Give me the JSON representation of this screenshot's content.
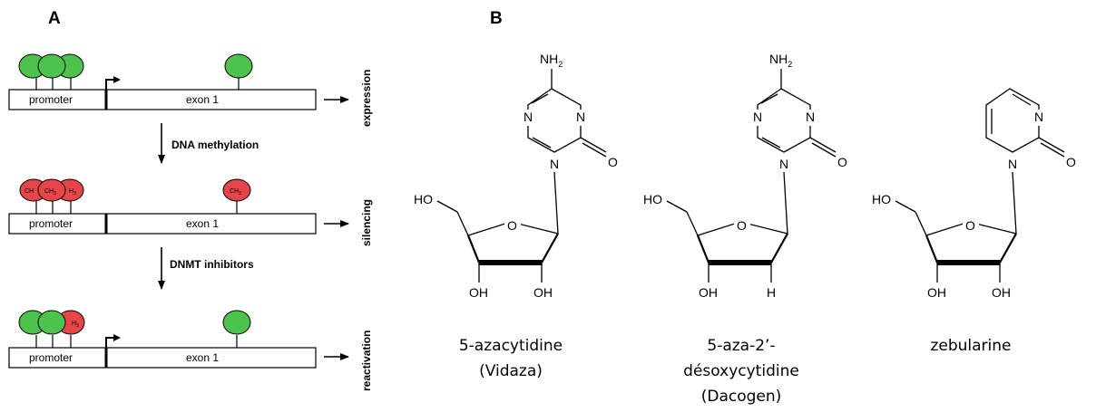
{
  "panels": {
    "a": "A",
    "b": "B"
  },
  "gene_rows": [
    {
      "promoter": "promoter",
      "exon": "exon 1",
      "state": "expression"
    },
    {
      "promoter": "promoter",
      "exon": "exon 1",
      "state": "silencing"
    },
    {
      "promoter": "promoter",
      "exon": "exon 1",
      "state": "reactivation"
    }
  ],
  "steps": [
    "DNA methylation",
    "DNMT inhibitors"
  ],
  "methyl_labels": {
    "ch3_a": "CH",
    "ch3_b": "CH",
    "ch3_c": "H",
    "sub3": "3"
  },
  "colors": {
    "unmethylated": "#4cc34c",
    "methylated": "#e8454a"
  },
  "atoms": {
    "n": "N",
    "o": "O",
    "ho": "HO",
    "oh": "OH",
    "h": "H",
    "nh": "NH",
    "two": "2"
  },
  "drugs": [
    {
      "line1": "5-azacytidine",
      "line2": "(Vidaza)",
      "line3": ""
    },
    {
      "line1": "5-aza-2’-",
      "line2": "désoxycytidine",
      "line3": "(Dacogen)"
    },
    {
      "line1": "zebularine",
      "line2": "",
      "line3": ""
    }
  ]
}
